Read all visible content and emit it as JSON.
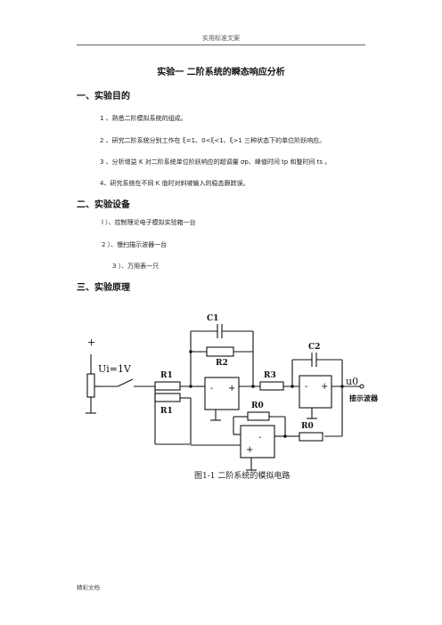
{
  "header": {
    "text": "实用标准文案"
  },
  "title": "实验一  二阶系统的瞬态响应分析",
  "sections": [
    {
      "heading": "一、实验目的",
      "items": [
        "1 、熟悉二阶模拟系统的组成。",
        "2 、研究二阶系统分别工作在 ξ=1、0<ξ<1、ξ>1 三种状态下的单位阶跃响应。",
        "3 、分析增益 K 对二阶系统单位阶跃响应的超调量 σp、峰值时间 tp 和整时间 ts 。",
        "4、研究系统在不同 K 值时对斜坡输入的稳态跟踪误。"
      ]
    },
    {
      "heading": "二、实验设备",
      "items": [
        "l ）、控制理论电子模拟实验箱一台",
        "2 ）、慢扫描示波器一台",
        "3 ）、万用表一只"
      ]
    },
    {
      "heading": "三、实验原理",
      "items": []
    }
  ],
  "circuit": {
    "plus_sign": "+",
    "input_label": "Ui=1V",
    "c1": "C1",
    "c2": "C2",
    "r1_top": "R1",
    "r1_bottom": "R1",
    "r2": "R2",
    "r3": "R3",
    "r0_a": "R0",
    "r0_b": "R0",
    "output_label": "u0",
    "scope_label": "接示波器",
    "op_minus": "-",
    "op_plus": "+"
  },
  "figure_caption": "图1-1    二阶系统的模拟电路",
  "footer": {
    "text": "精彩文档"
  }
}
